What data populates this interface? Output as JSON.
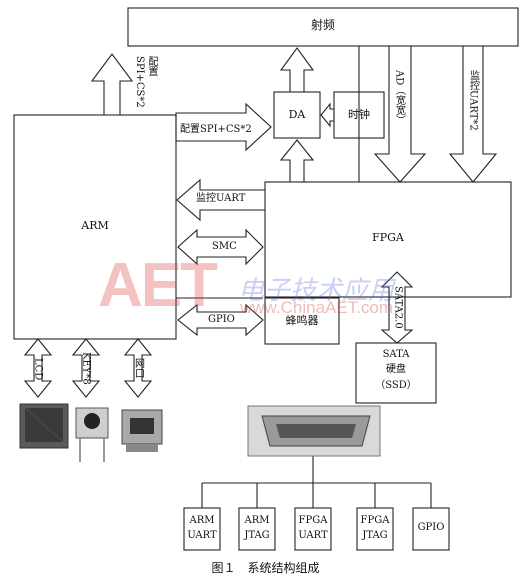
{
  "blocks": {
    "rf": "射频",
    "arm": "ARM",
    "fpga": "FPGA",
    "da": "DA",
    "clock": "时钟",
    "buzzer": "蜂鸣器",
    "sata_line1": "SATA",
    "sata_line2": "硬盘",
    "sata_line3": "（SSD）"
  },
  "links": {
    "arm_rf_config": "配置\nSPI+CS*2",
    "arm_da_config": "配置SPI+CS*2",
    "fpga_arm_monitor": "监控UART",
    "smc": "SMC",
    "gpio_link": "GPIO",
    "ad_bandwidth": "AD（宽宽）",
    "monitor_uart2": "监控UART*2",
    "sata_bus": "SATA2.0"
  },
  "peripherals": {
    "lcd": "LCD",
    "key": "KEY*8",
    "ethernet": "网口"
  },
  "debug_ports": [
    {
      "line1": "ARM",
      "line2": "UART"
    },
    {
      "line1": "ARM",
      "line2": "JTAG"
    },
    {
      "line1": "FPGA",
      "line2": "UART"
    },
    {
      "line1": "FPGA",
      "line2": "JTAG"
    },
    {
      "line1": "GPIO",
      "line2": ""
    }
  ],
  "caption": "图１　系统结构组成",
  "watermark": {
    "logo": "AET",
    "cn": "电子技术应用",
    "url": "www.ChinaAET.com"
  }
}
